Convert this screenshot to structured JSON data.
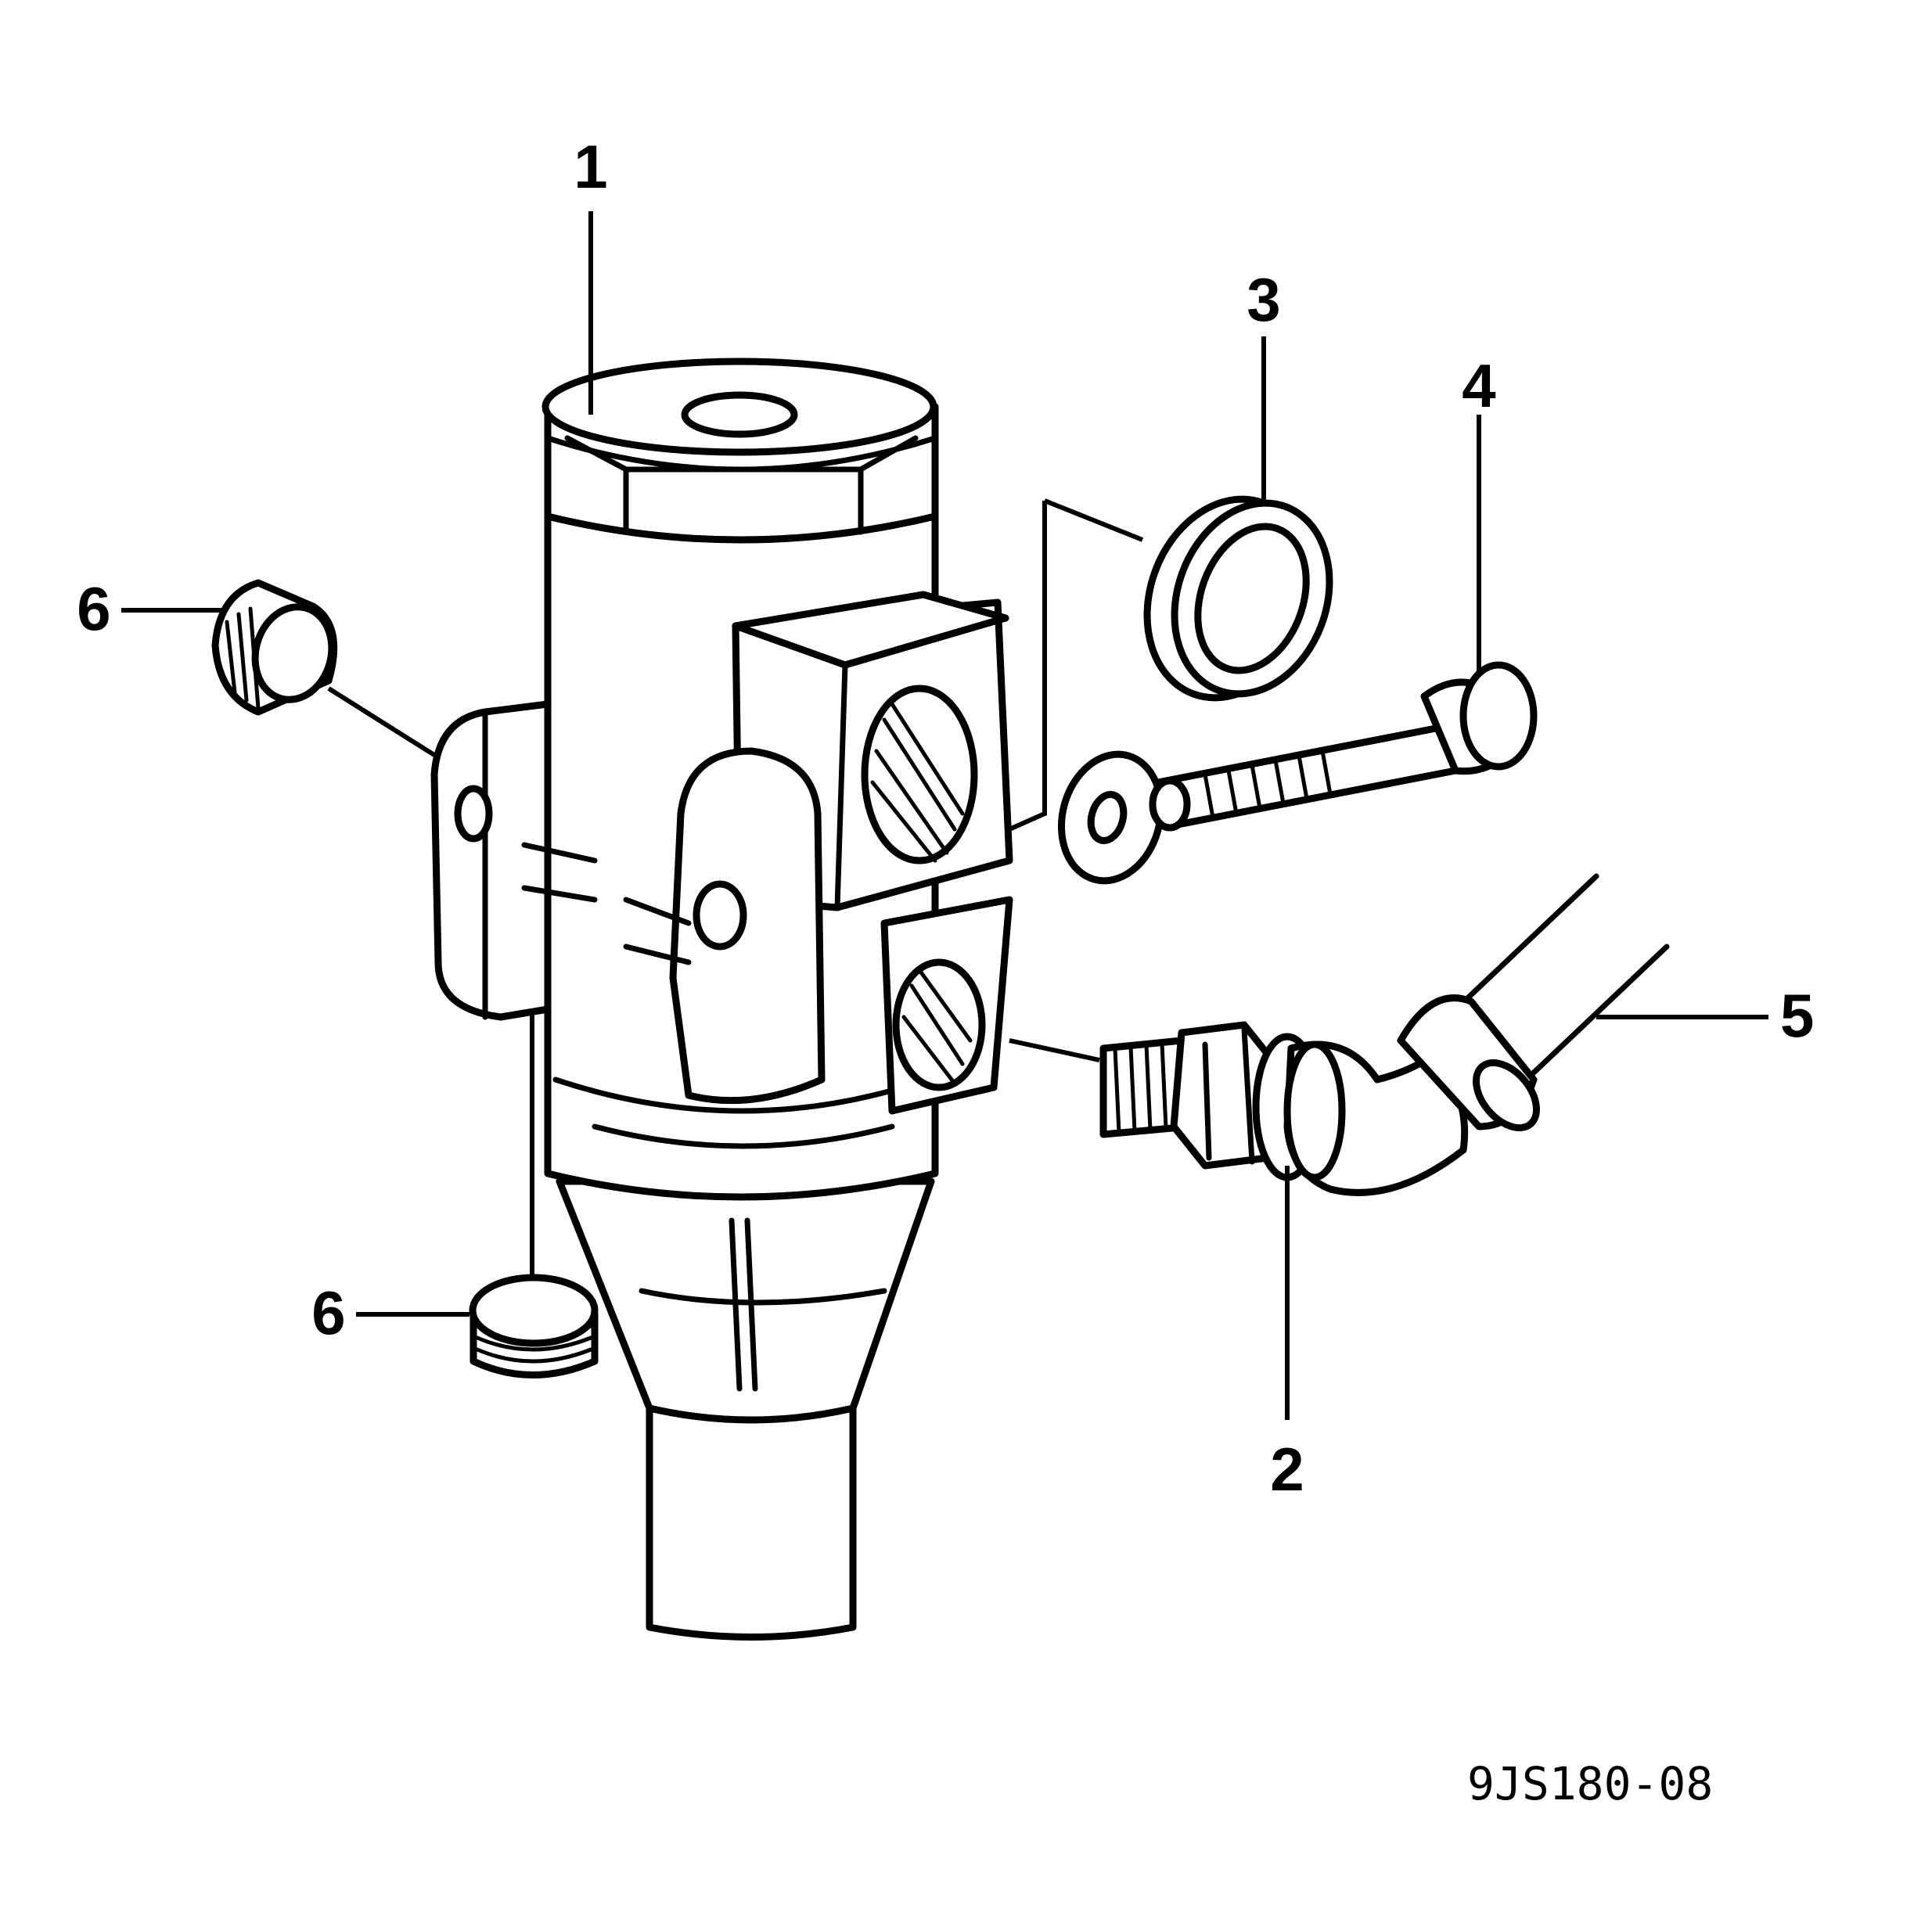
{
  "figure_code": "9JS180-08",
  "callouts": [
    {
      "id": "1",
      "label": "1"
    },
    {
      "id": "2",
      "label": "2"
    },
    {
      "id": "3",
      "label": "3"
    },
    {
      "id": "4",
      "label": "4"
    },
    {
      "id": "5",
      "label": "5"
    },
    {
      "id": "6a",
      "label": "6"
    },
    {
      "id": "6b",
      "label": "6"
    }
  ]
}
